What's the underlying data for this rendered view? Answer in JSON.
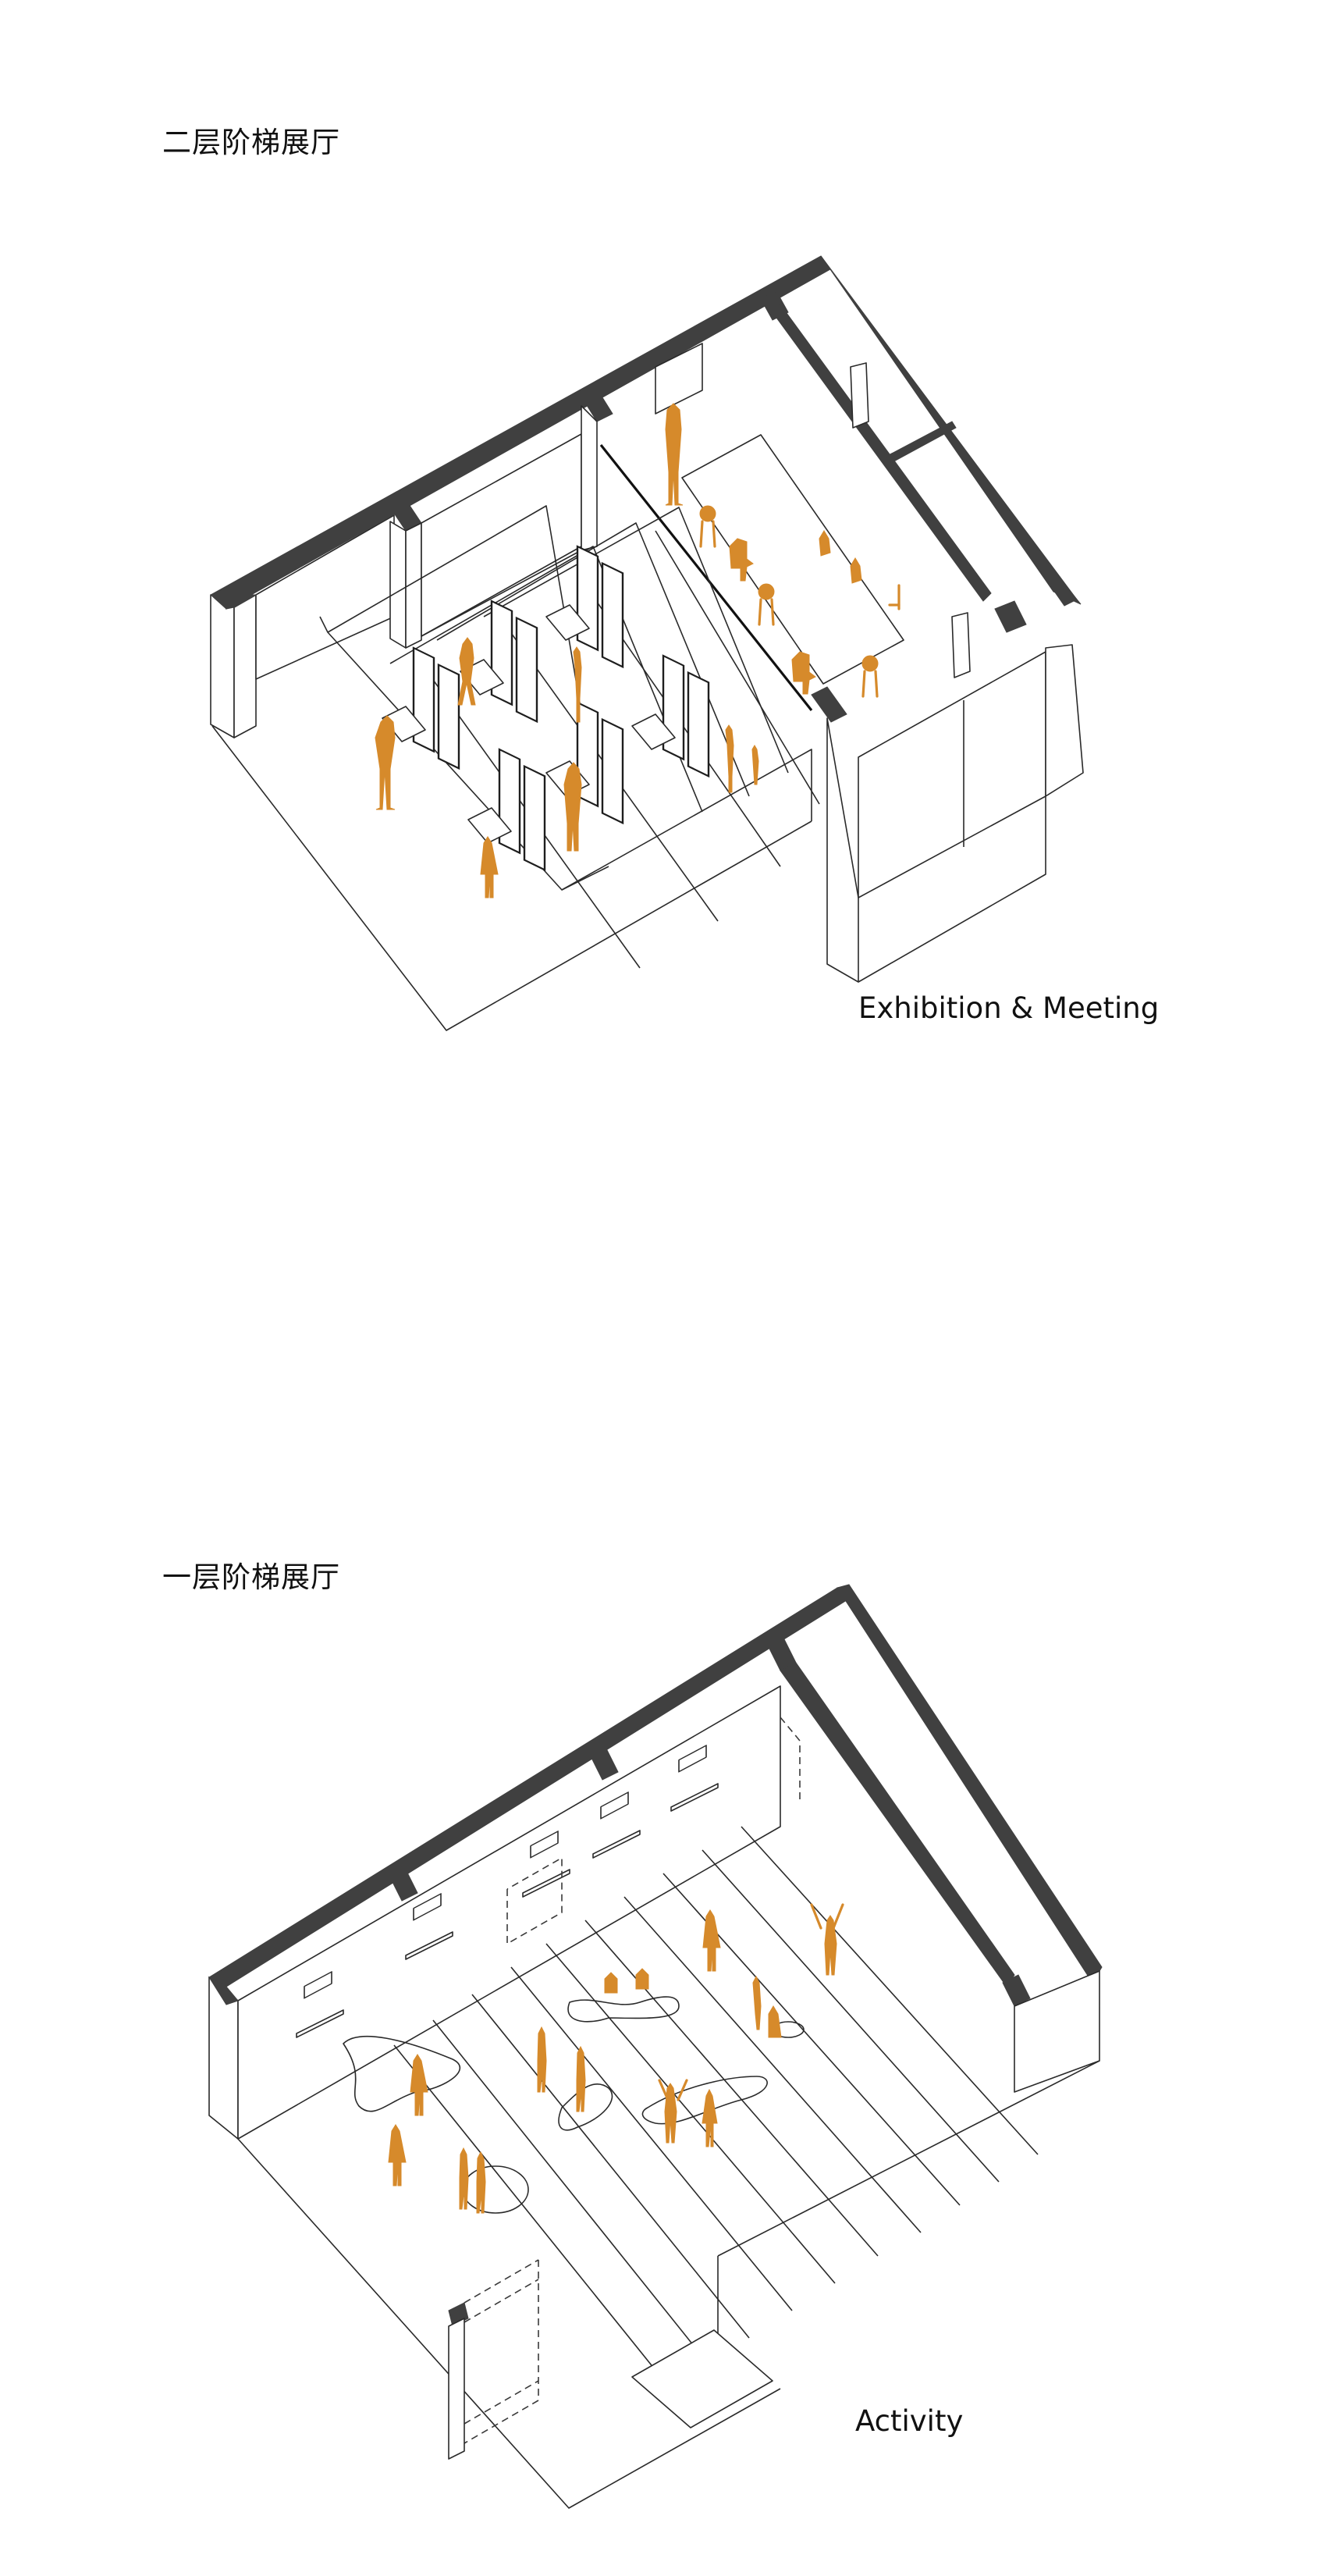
{
  "colors": {
    "wall": "#404040",
    "line": "#2a2a2a",
    "figure": "#d68a2b",
    "background": "#ffffff"
  },
  "upper": {
    "title": "二层阶梯展厅",
    "caption": "Exhibition & Meeting"
  },
  "lower": {
    "title": "一层阶梯展厅",
    "caption": "Activity"
  }
}
